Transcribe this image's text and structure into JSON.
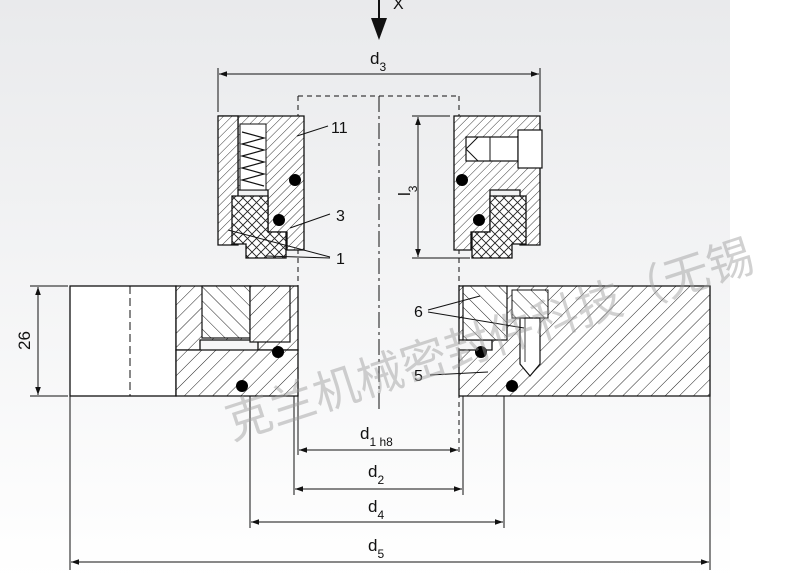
{
  "colors": {
    "background_top": "#e9eaec",
    "background_bottom": "#ffffff",
    "line": "#111111",
    "hatch": "#222222",
    "seal_ring": "#000000",
    "watermark": "#9a9a9a"
  },
  "dimensions": {
    "d3": "d",
    "d3_sub": "3",
    "l3": "l",
    "l3_sub": "3",
    "h26": "26",
    "d1": "d",
    "d1_sub": "1 h8",
    "d2": "d",
    "d2_sub": "2",
    "d4": "d",
    "d4_sub": "4",
    "d5": "d",
    "d5_sub": "5"
  },
  "view_marker": "X",
  "callouts": {
    "c11": "11",
    "c3": "3",
    "c1": "1",
    "c6": "6",
    "c5": "5"
  },
  "watermark": "克兰机械密封件科技（无锡"
}
